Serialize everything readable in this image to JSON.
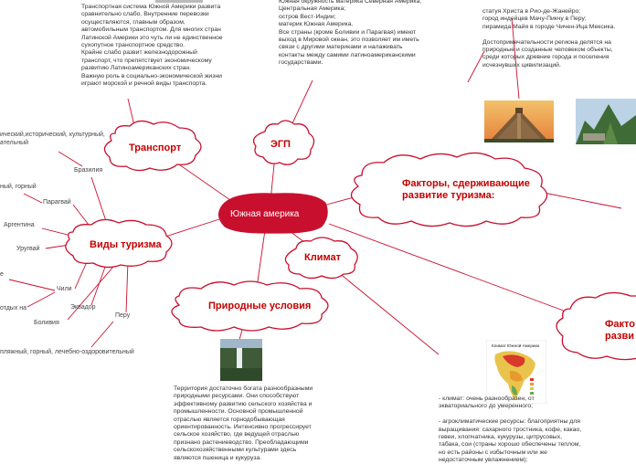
{
  "central": {
    "title": "Южная америка",
    "color": "#c8102e"
  },
  "topics": {
    "transport": {
      "title": "Транспорт",
      "text": "Транспортная система Южной Америки развита\nсравнительно слабо. Внутренние перевозки\nосуществляются, главным образом,\nавтомобильным транспортом. Для многих стран\nЛатинской Америки это чуть ли не единственное\nсухопутное транспортное средство.\nКрайне слабо развит железнодорожный\nтранспорт, что препятствует экономическому\nразвитию Латиноамериканских стран.\nВажную роль в социально-экономической жизни\nиграют морской и речной виды транспорта."
    },
    "egp": {
      "title": "ЭГП",
      "text": "Южная окружность материка Северная Америка;\nЦентральная Америка;\nостров Вест-Индии;\nматерик Южная Америка.\nВсе страны (кроме Боливии и Парагвая) имеют\nвыход в Мировой океан, это позволяет им иметь\nсвязи с другими материками и налаживать\nконтакты между самими латиноамериканскими\nгосударствами."
    },
    "attractions": {
      "text": "статуя Христа в Рио-де-Жанейро;\nгород индейцев Мачу-Пикчу в Перу;\nпирамида Майя в городе Чичен-Ица Мексика.\n\nДостопримечательности региона делятся на\nприродные и созданные человеком объекты,\nсреди которых древние города и поселения\nисчезнувших цивилизаций."
    },
    "factors_limiting": {
      "title": "Факторы, сдерживающие\nразвитие туризма:"
    },
    "factors_right": {
      "title": "Факто\nразви"
    },
    "climate": {
      "title": "Климат",
      "map_title": "Климат Южной Америки",
      "text": "- климат: очень разнообразен, от\nэкваториального до умеренного;\n\n- агроклиматические ресурсы: благоприятны для\nвыращивания: сахарного тростника, кофе, какао,\nгевеи, хлопчатника, кукурузы, цитрусовых,\nтабака, сои (страны хорошо обеспечены теплом,\nно есть районы с избыточным или же\nнедостаточным увлажнением);"
    },
    "nature": {
      "title": "Природные условия",
      "text": "Территория достаточно богата разнообразными\nприродными ресурсами. Они способствуют\nэффективному развитию сельского хозяйства и\nпромышленности. Основной промышленной\nотраслью является горнодобывающая\nориентированность. Интенсивно прогрессирует\nсельское хозяйство, где ведущей отраслью\nпризнано растениеводство. Преобладающими\nсельскохозяйственными культурами здесь\nявляются пшеница и кукуруза."
    },
    "tourism": {
      "title": "Виды туризма",
      "countries": [
        "Бразилия",
        "Парагвай",
        "Аргентина",
        "Уругвай",
        "Чили",
        "Эквадор",
        "Боливия",
        "Перу"
      ],
      "fragments": {
        "f1": "ический,исторический, культурный,",
        "f2": "ательный",
        "f3": "ный, горный",
        "f4": "е",
        "f5": "отдых на",
        "f6": "пляжный,  горный, лечебно-оздоровительный"
      }
    }
  }
}
